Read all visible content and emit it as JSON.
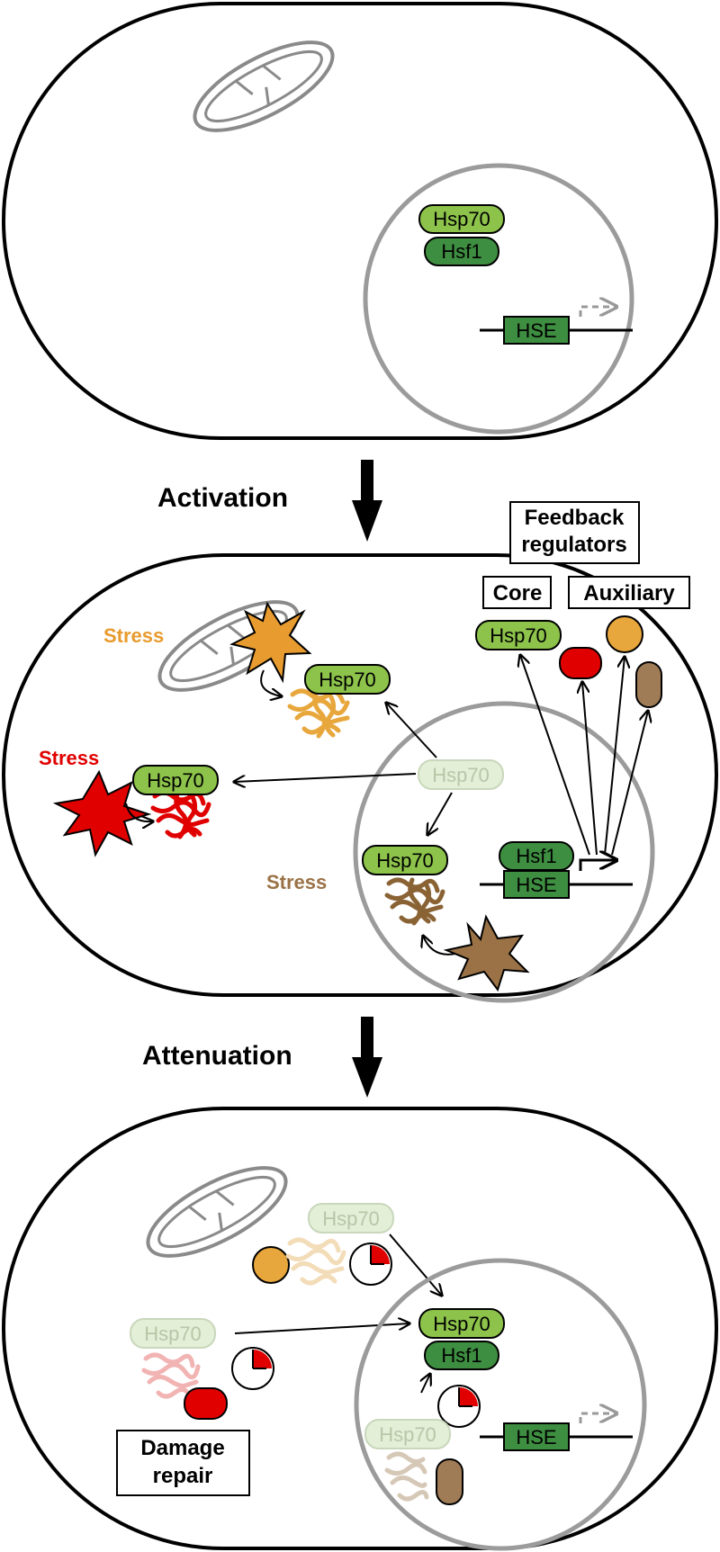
{
  "panel_top": {
    "hsp70": "Hsp70",
    "hsf1": "Hsf1",
    "hse": "HSE"
  },
  "activation_label": "Activation",
  "panel_middle": {
    "feedback_regulators": [
      "Feedback",
      "regulators"
    ],
    "core": "Core",
    "auxiliary": "Auxiliary",
    "core_hsp70": "Hsp70",
    "stress_orange": "Stress",
    "stress_red": "Stress",
    "stress_brown": "Stress",
    "hsp70_orange": "Hsp70",
    "hsp70_red": "Hsp70",
    "hsp70_faded": "Hsp70",
    "hsp70_brown": "Hsp70",
    "hsf1": "Hsf1",
    "hse": "HSE"
  },
  "attenuation_label": "Attenuation",
  "panel_bottom": {
    "hsp70_faded_1": "Hsp70",
    "hsp70_faded_2": "Hsp70",
    "hsp70_faded_3": "Hsp70",
    "hsp70": "Hsp70",
    "hsf1": "Hsf1",
    "hse": "HSE",
    "damage_repair": [
      "Damage",
      "repair"
    ]
  },
  "colors": {
    "hsp70_fill": "#8dc34a",
    "hsf1_fill": "#3e8e41",
    "stress_orange": "#e89b2e",
    "stress_red": "#e00000",
    "stress_brown": "#9a7246",
    "faded_green": "#e3efd6",
    "nucleus_gray": "#9b9b9b"
  }
}
